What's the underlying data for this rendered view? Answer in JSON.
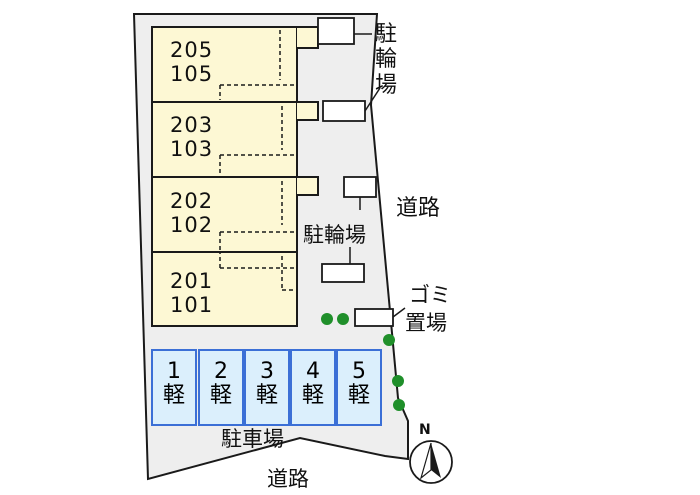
{
  "units": [
    {
      "upper": "205",
      "lower": "105"
    },
    {
      "upper": "203",
      "lower": "103"
    },
    {
      "upper": "202",
      "lower": "102"
    },
    {
      "upper": "201",
      "lower": "101"
    }
  ],
  "parking_spaces": [
    {
      "number": "1",
      "type": "軽"
    },
    {
      "number": "2",
      "type": "軽"
    },
    {
      "number": "3",
      "type": "軽"
    },
    {
      "number": "4",
      "type": "軽"
    },
    {
      "number": "5",
      "type": "軽"
    }
  ],
  "labels": {
    "bicycle_parking_top": [
      "駐",
      "輪",
      "場"
    ],
    "bicycle_parking_mid": "駐輪場",
    "road_right": "道路",
    "garbage_area_line1": "ゴミ",
    "garbage_area_line2": "置場",
    "parking_lot": "駐車場",
    "road_bottom": "道路",
    "north": "N"
  },
  "colors": {
    "unit_fill": "#fdf8d4",
    "site_fill": "#eeeeee",
    "parking_fill": "#dbeffc",
    "parking_stroke": "#3b6fd6",
    "tree": "#1f8f2a"
  }
}
